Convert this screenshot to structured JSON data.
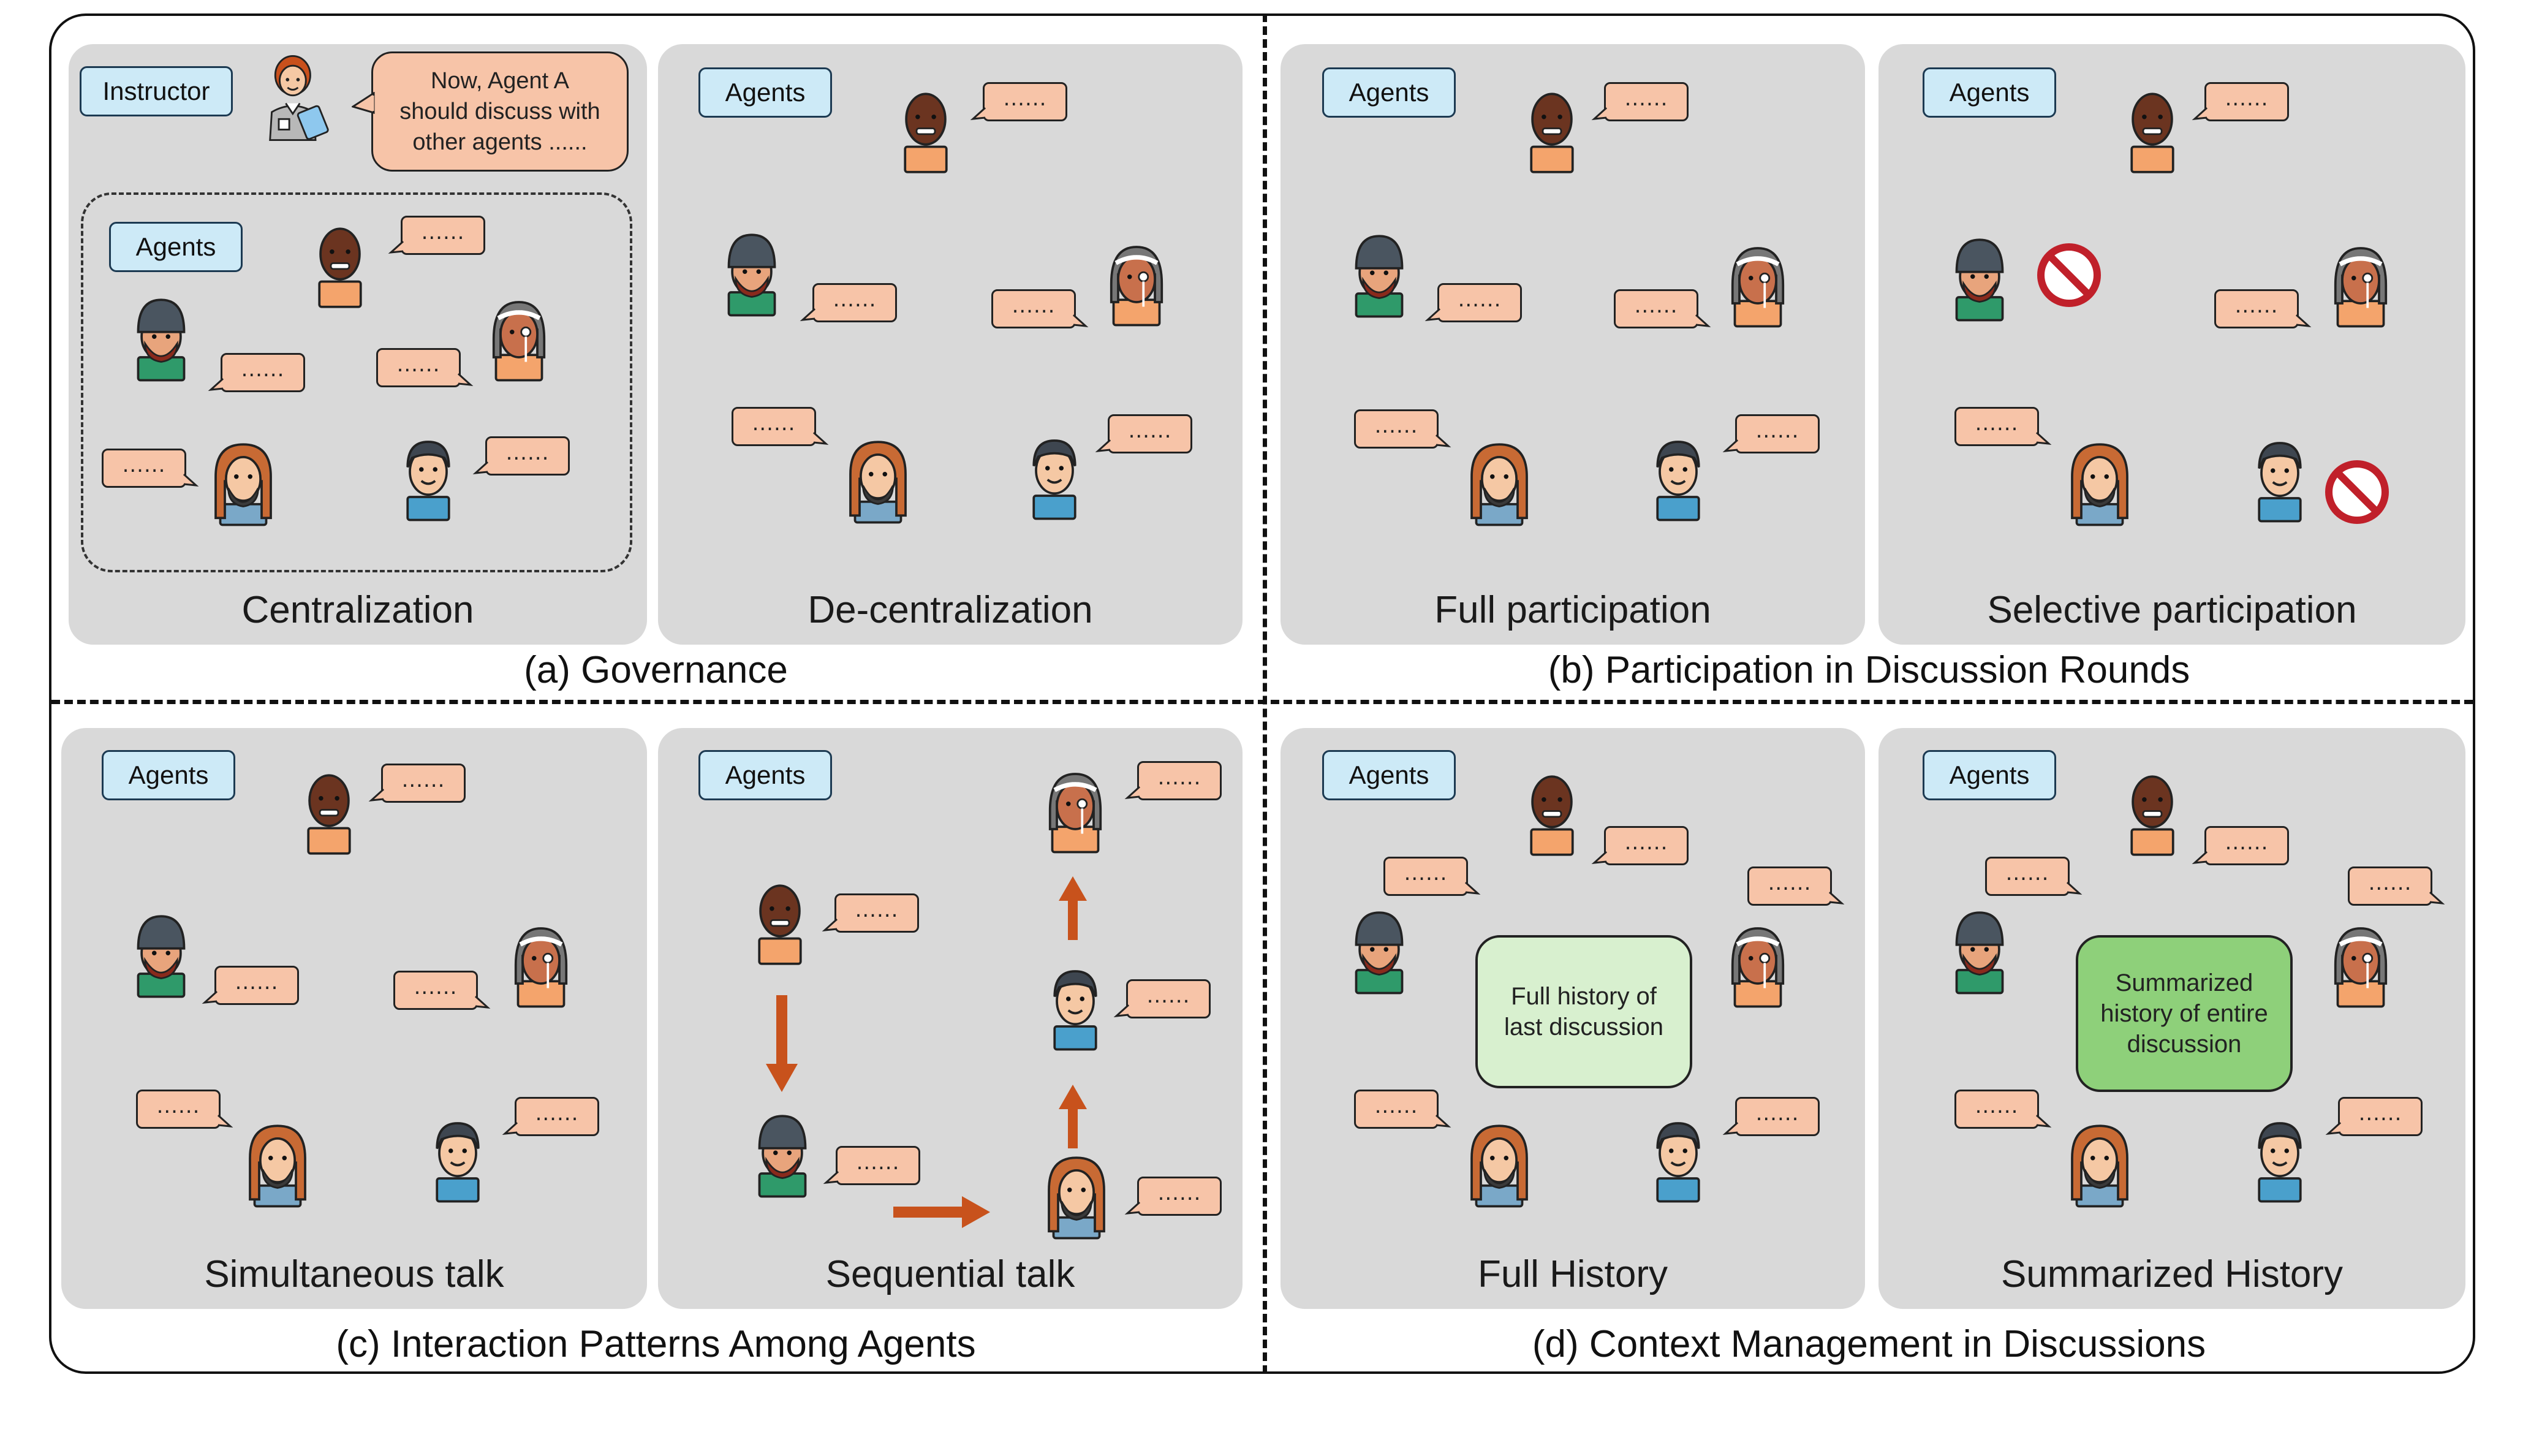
{
  "colors": {
    "panel": "#d9d9d9",
    "bubble": "#f7c4a8",
    "agents_tag": "#cdeaf7",
    "full_history_box": "#d8f0cf",
    "summary_box": "#8ed07a",
    "arrow": "#c8521c",
    "ban": "#c0202a"
  },
  "icons": [
    "agent-dark-skin-icon",
    "agent-beanie-icon",
    "agent-headband-icon",
    "agent-long-hair-icon",
    "agent-short-hair-icon",
    "instructor-icon",
    "no-entry-icon",
    "arrow-icon"
  ],
  "agents_label": "Agents",
  "dots": "......",
  "governance": {
    "caption": "(a) Governance",
    "instructor_label": "Instructor",
    "instructor_speech": [
      "Now, Agent A",
      "should discuss with",
      "other agents ......"
    ],
    "centralization_label": "Centralization",
    "decentralization_label": "De-centralization"
  },
  "participation": {
    "caption": "(b) Participation in Discussion Rounds",
    "full_label": "Full participation",
    "selective_label": "Selective participation"
  },
  "interaction": {
    "caption": "(c) Interaction Patterns Among Agents",
    "simultaneous_label": "Simultaneous talk",
    "sequential_label": "Sequential talk"
  },
  "context": {
    "caption": "(d) Context Management in Discussions",
    "full_history_label": "Full History",
    "summarized_history_label": "Summarized History",
    "full_history_box": [
      "Full history of",
      "last discussion"
    ],
    "summary_box": [
      "Summarized",
      "history of entire",
      "discussion"
    ]
  }
}
